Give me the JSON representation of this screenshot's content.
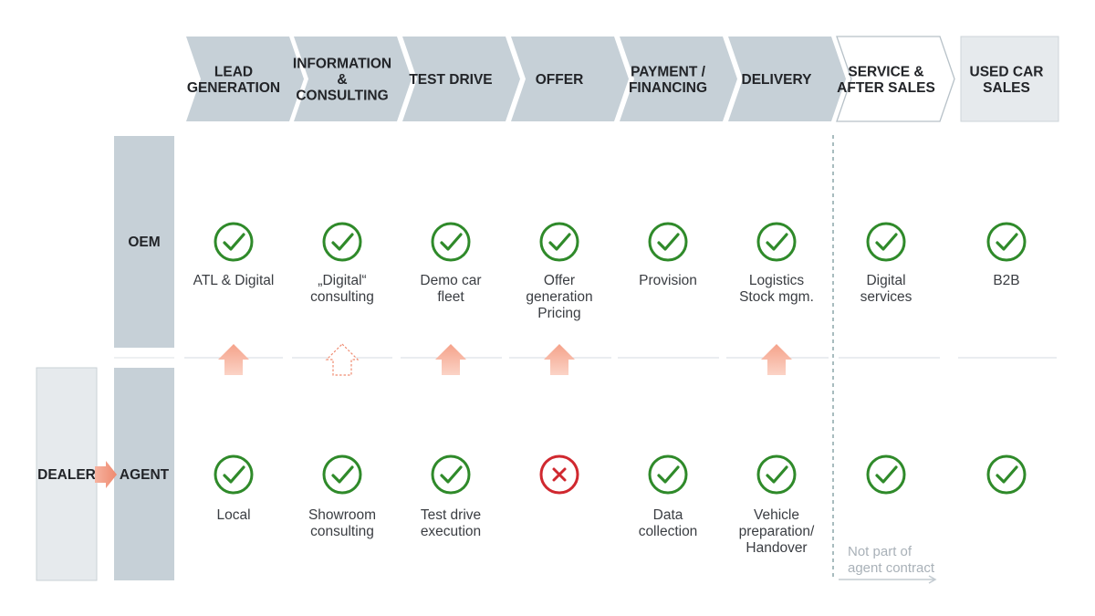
{
  "stages": [
    {
      "id": "lead",
      "title": [
        "LEAD",
        "GENERATION"
      ],
      "style": "chevron"
    },
    {
      "id": "info",
      "title": [
        "INFORMATION",
        "&",
        "CONSULTING"
      ],
      "style": "chevron"
    },
    {
      "id": "test",
      "title": [
        "TEST DRIVE"
      ],
      "style": "chevron"
    },
    {
      "id": "offer",
      "title": [
        "OFFER"
      ],
      "style": "chevron"
    },
    {
      "id": "payment",
      "title": [
        "PAYMENT /",
        "FINANCING"
      ],
      "style": "chevron"
    },
    {
      "id": "delivery",
      "title": [
        "DELIVERY"
      ],
      "style": "chevron"
    },
    {
      "id": "service",
      "title": [
        "SERVICE &",
        "AFTER SALES"
      ],
      "style": "outline-chevron"
    },
    {
      "id": "used",
      "title": [
        "USED CAR",
        "SALES"
      ],
      "style": "box"
    }
  ],
  "row_labels": {
    "oem": "OEM",
    "agent": "AGENT",
    "dealer": "DEALER"
  },
  "oem_row": [
    {
      "status": "check",
      "label": [
        "ATL & Digital"
      ]
    },
    {
      "status": "check",
      "label": [
        "„Digital“",
        "consulting"
      ]
    },
    {
      "status": "check",
      "label": [
        "Demo car",
        "fleet"
      ]
    },
    {
      "status": "check",
      "label": [
        "Offer",
        "generation",
        "Pricing"
      ]
    },
    {
      "status": "check",
      "label": [
        "Provision"
      ]
    },
    {
      "status": "check",
      "label": [
        "Logistics",
        "Stock mgm."
      ]
    },
    {
      "status": "check",
      "label": [
        "Digital",
        "services"
      ]
    },
    {
      "status": "check",
      "label": [
        "B2B"
      ]
    }
  ],
  "agent_row": [
    {
      "status": "check",
      "label": [
        "Local"
      ]
    },
    {
      "status": "check",
      "label": [
        "Showroom",
        "consulting"
      ]
    },
    {
      "status": "check",
      "label": [
        "Test drive",
        "execution"
      ]
    },
    {
      "status": "cross",
      "label": []
    },
    {
      "status": "check",
      "label": [
        "Data",
        "collection"
      ]
    },
    {
      "status": "check",
      "label": [
        "Vehicle",
        "preparation/",
        "Handover"
      ]
    },
    {
      "status": "check",
      "label": []
    },
    {
      "status": "check",
      "label": []
    }
  ],
  "transfer_arrows": [
    "solid",
    "dashed",
    "solid",
    "solid",
    "none",
    "solid",
    "none",
    "none"
  ],
  "note": [
    "Not part of",
    "agent contract"
  ],
  "colors": {
    "chevron_fill": "#c6d0d7",
    "box_fill": "#e6eaed",
    "outline_stroke": "#b7c1c8",
    "check": "#2f8a2a",
    "cross": "#d0282f",
    "arrow": "#f08c72",
    "arrow_light": "#fbd0c2",
    "separator": "#dde2e6",
    "dash_line": "#6e8f94",
    "note": "#a9b1b8"
  }
}
